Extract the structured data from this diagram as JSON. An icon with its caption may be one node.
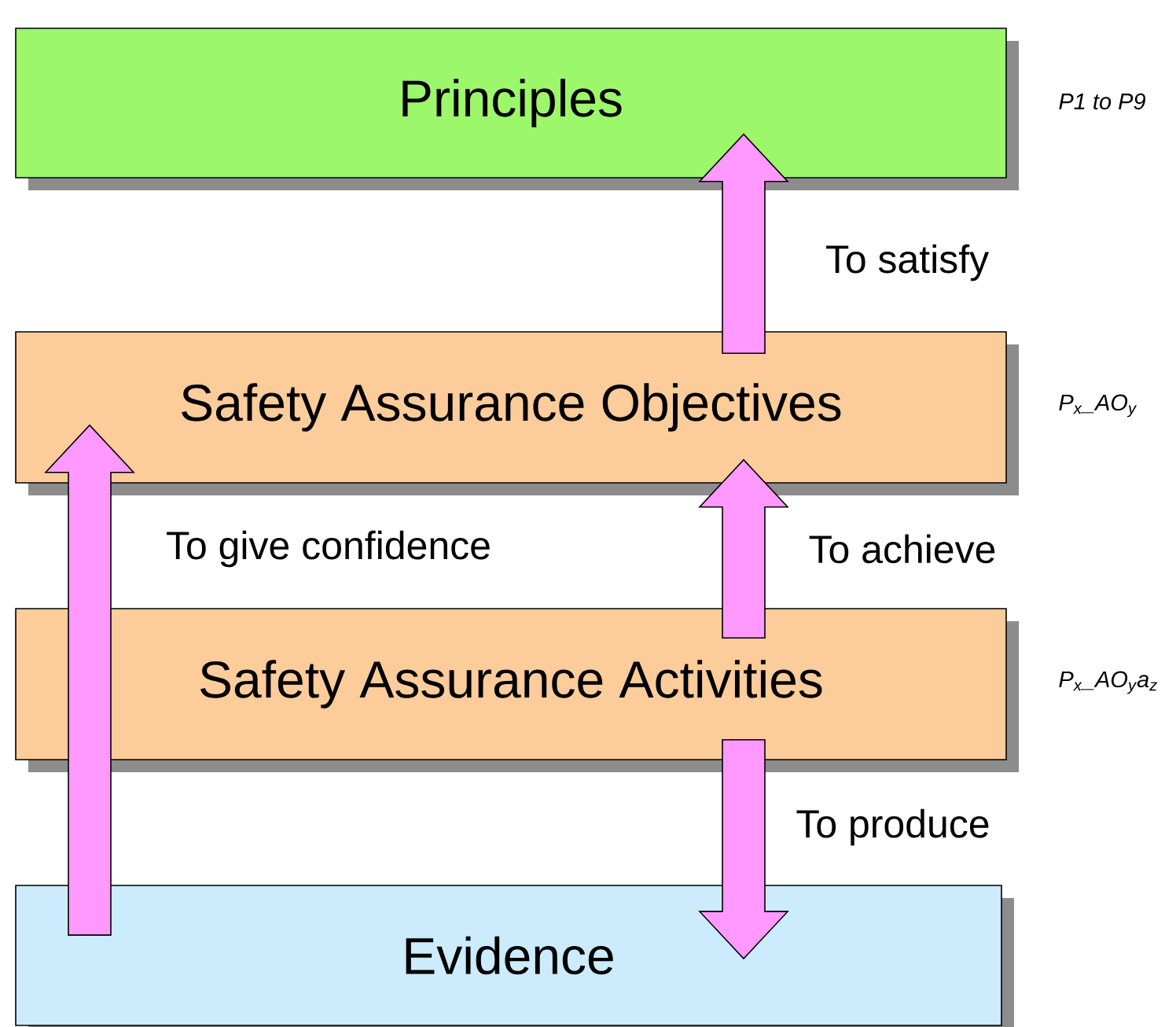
{
  "diagram": {
    "nodes": [
      {
        "text": [
          "Principles"
        ],
        "beside": [
          "P1 to P9"
        ]
      },
      {
        "text": [
          "Safety Assurance Objectives"
        ],
        "beside": [
          "P$_{x}$_AO$_{y}$"
        ]
      },
      {
        "text": [
          "Safety Assurance Activities"
        ],
        "beside": [
          "P$_{x}$_AO$_{y}$a$_{z}$"
        ]
      },
      {
        "text": [
          "Evidence"
        ]
      }
    ],
    "edges": [
      {
        "from": 1,
        "to": 0,
        "arrow": "to",
        "label": "To satisfy"
      },
      {
        "from": 2,
        "to": 1,
        "arrow": "to",
        "label": "To achieve"
      },
      {
        "from": 2,
        "to": 3,
        "arrow": "to",
        "label": "To produce"
      },
      {
        "from": 3,
        "to": 1,
        "arrow": "to",
        "label": "To give confidence"
      }
    ]
  }
}
